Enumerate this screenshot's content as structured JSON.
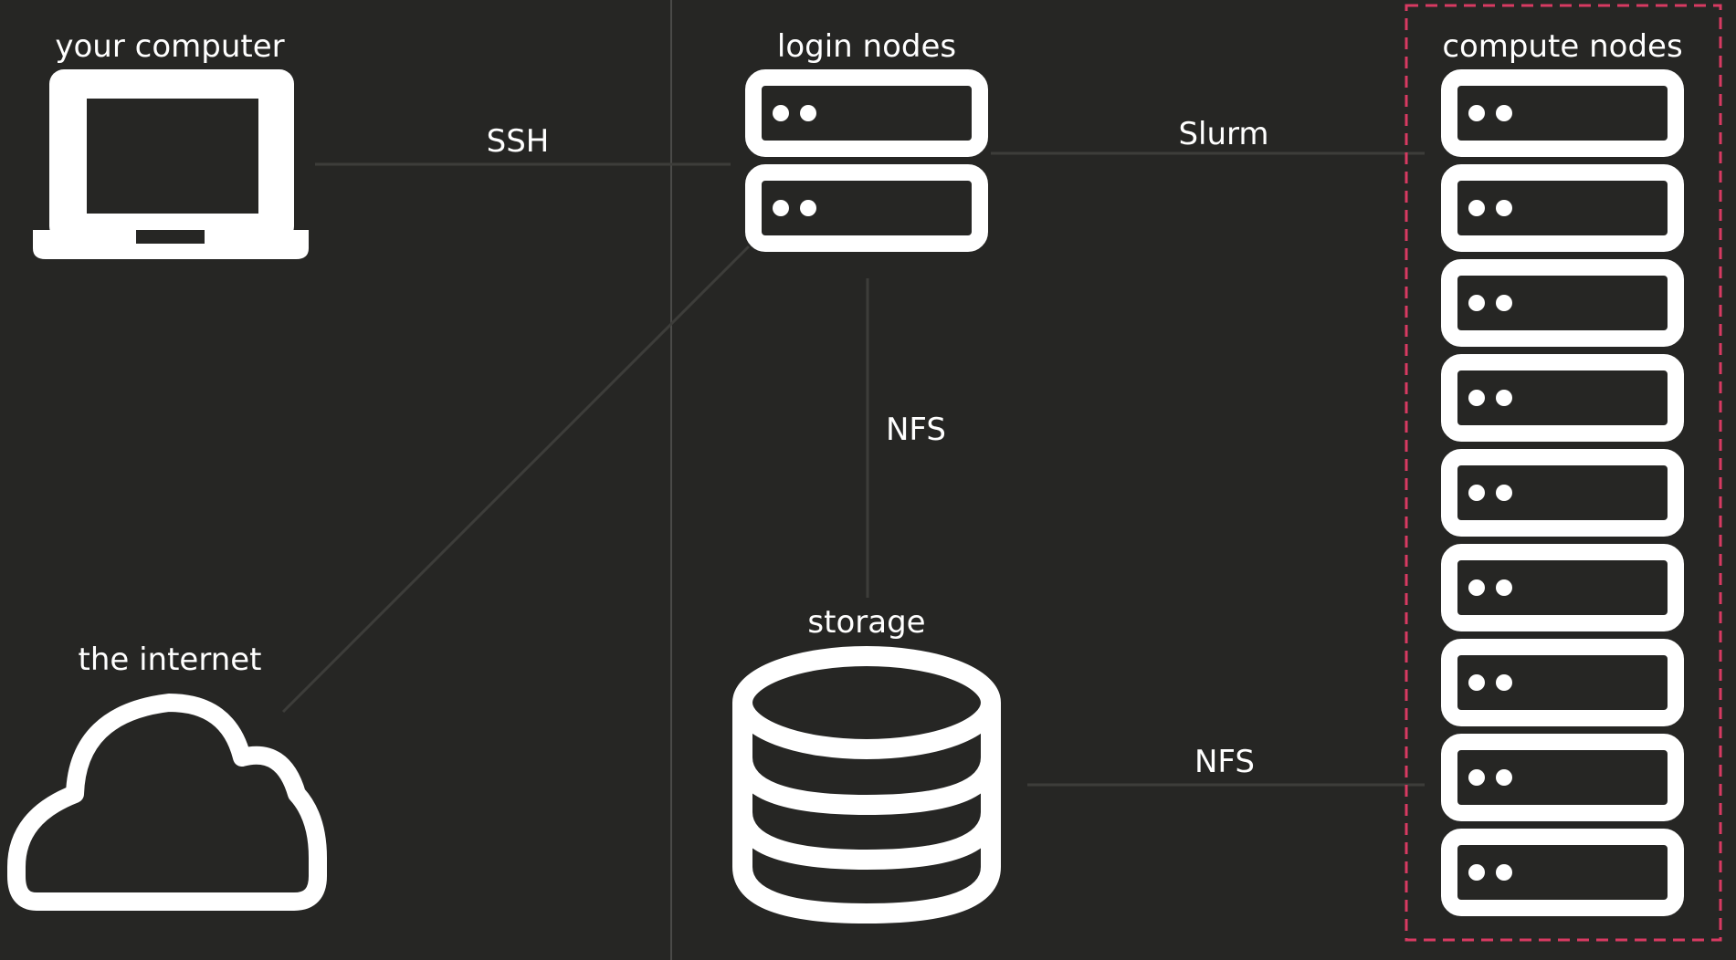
{
  "labels": {
    "your_computer": "your computer",
    "login_nodes": "login nodes",
    "compute_nodes": "compute nodes",
    "the_internet": "the internet",
    "storage": "storage",
    "ssh": "SSH",
    "slurm": "Slurm",
    "nfs_login_storage": "NFS",
    "nfs_storage_compute": "NFS"
  },
  "colors": {
    "background": "#262624",
    "icon": "#ffffff",
    "connector": "#3d3d3a",
    "divider": "#4a4a48",
    "compute_group_border": "#d83a62"
  },
  "icons": {
    "computer": "laptop-icon",
    "internet": "cloud-icon",
    "storage": "database-icon",
    "server": "server-icon"
  },
  "login_node_count": 2,
  "compute_node_count": 9
}
